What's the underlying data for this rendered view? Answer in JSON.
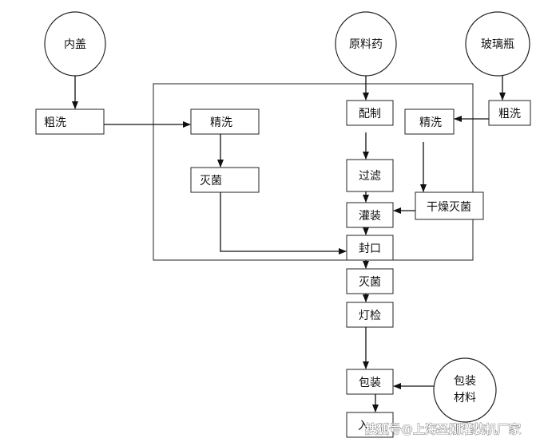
{
  "nodes": {
    "inner_cap": "内盖",
    "raw_material": "原料药",
    "glass_bottle": "玻璃瓶",
    "rough_wash_cap": "粗洗",
    "fine_wash_cap": "精洗",
    "sterilize_cap": "灭菌",
    "prepare": "配制",
    "filter": "过滤",
    "fill": "灌装",
    "seal": "封口",
    "sterilize_main": "灭菌",
    "light_inspect": "灯检",
    "package": "包装",
    "fine_wash_bottle": "精洗",
    "rough_wash_bottle": "粗洗",
    "dry_sterilize": "干燥灭菌",
    "package_material_line1": "包装",
    "package_material_line2": "材料",
    "final_box_char": "入"
  },
  "watermark": "搜狐号@上海圣刚灌装机厂家"
}
